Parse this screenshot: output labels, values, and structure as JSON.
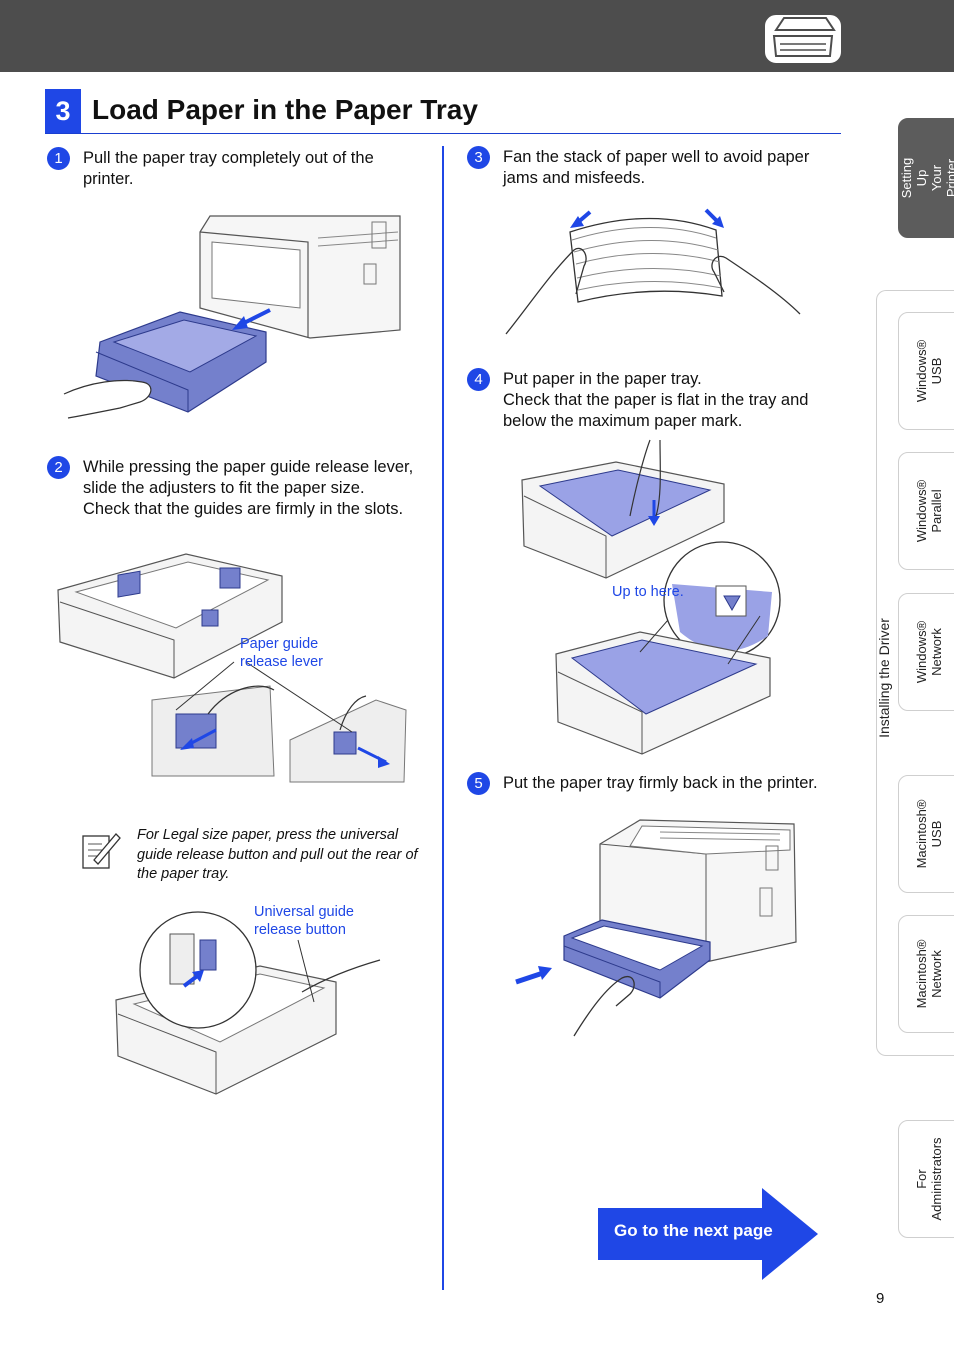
{
  "section": {
    "number": "3",
    "title": "Load Paper in the Paper Tray"
  },
  "steps": [
    {
      "num": "1",
      "text": "Pull the paper tray completely out of the\nprinter."
    },
    {
      "num": "2",
      "text": "While pressing the paper guide release lever,\nslide the adjusters to fit the paper size.\nCheck that the guides are firmly in the slots."
    },
    {
      "num": "3",
      "text": "Fan the stack of paper well to avoid paper\njams and misfeeds."
    },
    {
      "num": "4",
      "text": "Put paper in the paper tray.\nCheck that the paper is flat in the tray and\nbelow the maximum paper mark."
    },
    {
      "num": "5",
      "text": "Put the paper tray firmly back in the printer."
    }
  ],
  "callouts": {
    "paper_guide": "Paper guide\nrelease lever",
    "universal_guide": "Universal guide\nrelease button",
    "up_to_here": "Up to here."
  },
  "note": {
    "icon": "note-pencil-icon",
    "text": "For Legal size paper, press the universal guide release button and pull out the rear of the paper tray."
  },
  "next_button": {
    "label": "Go to the next page"
  },
  "page_number": "9",
  "side_nav": {
    "group_label": "Installing the Driver",
    "tabs": [
      {
        "label": "Setting Up\nYour Printer",
        "active": true
      },
      {
        "label": "Windows®\nUSB",
        "active": false
      },
      {
        "label": "Windows®\nParallel",
        "active": false
      },
      {
        "label": "Windows®\nNetwork",
        "active": false
      },
      {
        "label": "Macintosh®\nUSB",
        "active": false
      },
      {
        "label": "Macintosh®\nNetwork",
        "active": false
      },
      {
        "label": "For\nAdministrators",
        "active": false
      }
    ]
  },
  "colors": {
    "accent": "#1f47e6",
    "header_bar": "#4d4d4d",
    "tray": "#7480cc",
    "paper": "#9aa2e6"
  }
}
